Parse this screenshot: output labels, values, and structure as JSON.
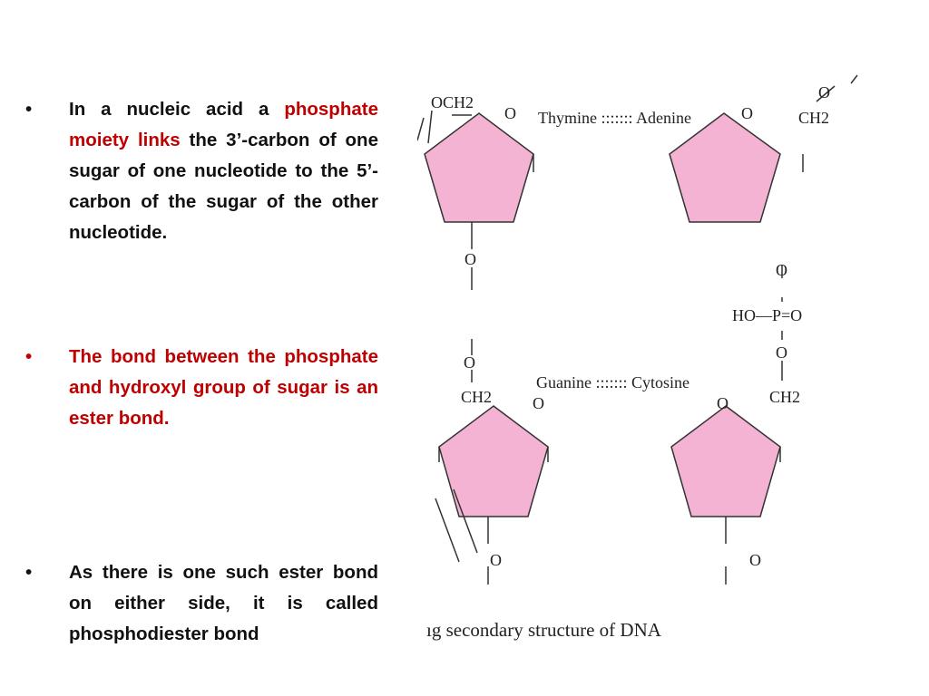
{
  "bullets": [
    {
      "marker": "•",
      "pre": "In a nucleic acid a ",
      "highlight": "phosphate moiety links",
      "post": " the 3’-carbon of one sugar of one nucleotide to the 5’-carbon of the sugar of the other nucleotide."
    },
    {
      "marker": "•",
      "text": "The bond between the phosphate and hydroxyl group of sugar is an ester bond."
    },
    {
      "marker": "•",
      "text": " As there is one such ester bond on either side, it is called phosphodiester bond"
    }
  ],
  "diagram": {
    "labels": {
      "och2": "OCH2",
      "ring_o": "O",
      "ch2": "CH2",
      "thymine_adenine": "Thymine ::::::: Adenine",
      "guanine_cytosine": "Guanine ::::::: Cytosine",
      "phosphate": "HO—P=O",
      "o": "O"
    },
    "caption": "ıg secondary structure of DNA",
    "ring_fill": "#f4b3d3",
    "ring_stroke": "#333333"
  }
}
